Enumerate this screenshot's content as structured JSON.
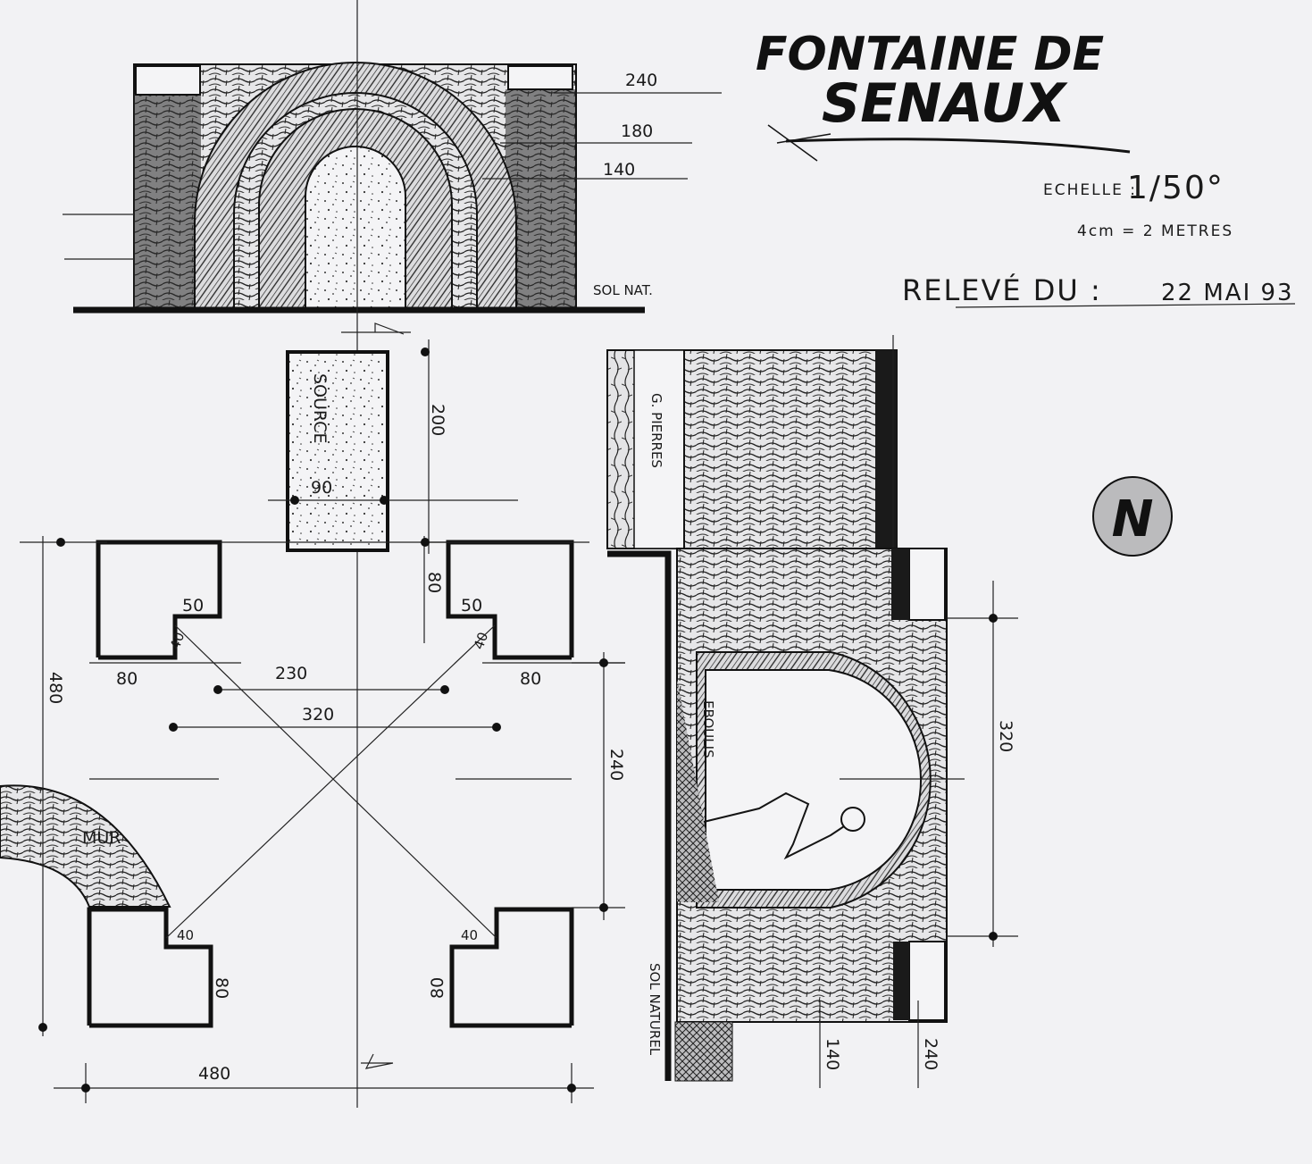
{
  "title": {
    "line1": "FONTAINE DE",
    "line2": "SENAUX"
  },
  "scale": {
    "label": "ECHELLE :",
    "value": "1/50°",
    "equivalence": "4cm = 2 METRES"
  },
  "survey": {
    "label": "RELEVÉ DU :",
    "date": "22 MAI 93"
  },
  "north": {
    "letter": "N"
  },
  "elevation": {
    "dims": [
      "240",
      "180",
      "140"
    ],
    "ground_label": "SOL NAT."
  },
  "plan": {
    "source_label": "SOURCE",
    "source_depth": "200",
    "source_width": "90",
    "d80_upper": "80",
    "d50_left": "50",
    "d50_right": "50",
    "d40_ul": "40",
    "d40_ur": "40",
    "d80_left": "80",
    "d80_right": "80",
    "d230": "230",
    "d320": "320",
    "d480_left": "480",
    "d240": "240",
    "wall_label": "MUR",
    "d40_ll": "40",
    "d40_lr": "40",
    "d80_ll": "80",
    "d80_lr": "80",
    "d480_bottom": "480"
  },
  "section": {
    "stones_label": "G. PIERRES",
    "scree_label": "EBOULIS",
    "height_320": "320",
    "ground_label": "SOL NATUREL",
    "d140": "140",
    "d240": "240"
  }
}
